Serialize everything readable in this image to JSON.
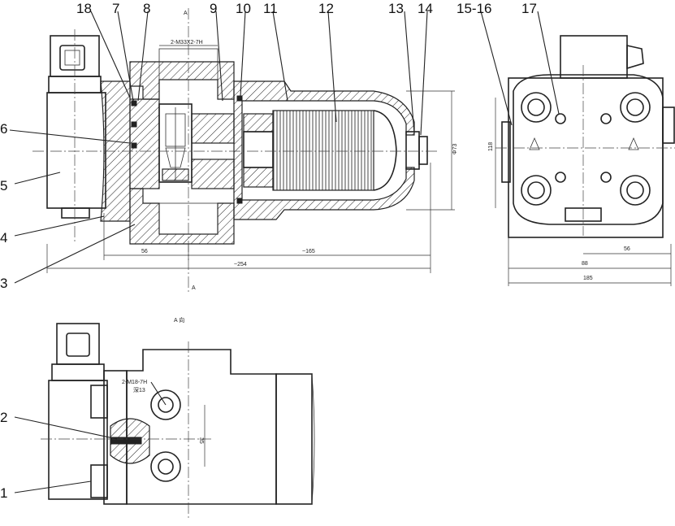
{
  "callouts": {
    "n1": "1",
    "n2": "2",
    "n3": "3",
    "n4": "4",
    "n5": "5",
    "n6": "6",
    "n7": "7",
    "n8": "8",
    "n9": "9",
    "n10": "10",
    "n11": "11",
    "n12": "12",
    "n13": "13",
    "n14": "14",
    "n15_16": "15-16",
    "n17": "17",
    "n18": "18"
  },
  "dimensions": {
    "port_thread": "2-M33X2-7H",
    "d56": "56",
    "d165": "~165",
    "d254": "~254",
    "diameter": "Φ73",
    "height118": "118",
    "side56": "56",
    "side88": "88",
    "side185": "185",
    "small_thread": "2-M18-7H",
    "depth13": "深13",
    "d35": "35",
    "view_label": "A 向",
    "arrow_a_top": "A",
    "arrow_a_bottom": "A"
  }
}
